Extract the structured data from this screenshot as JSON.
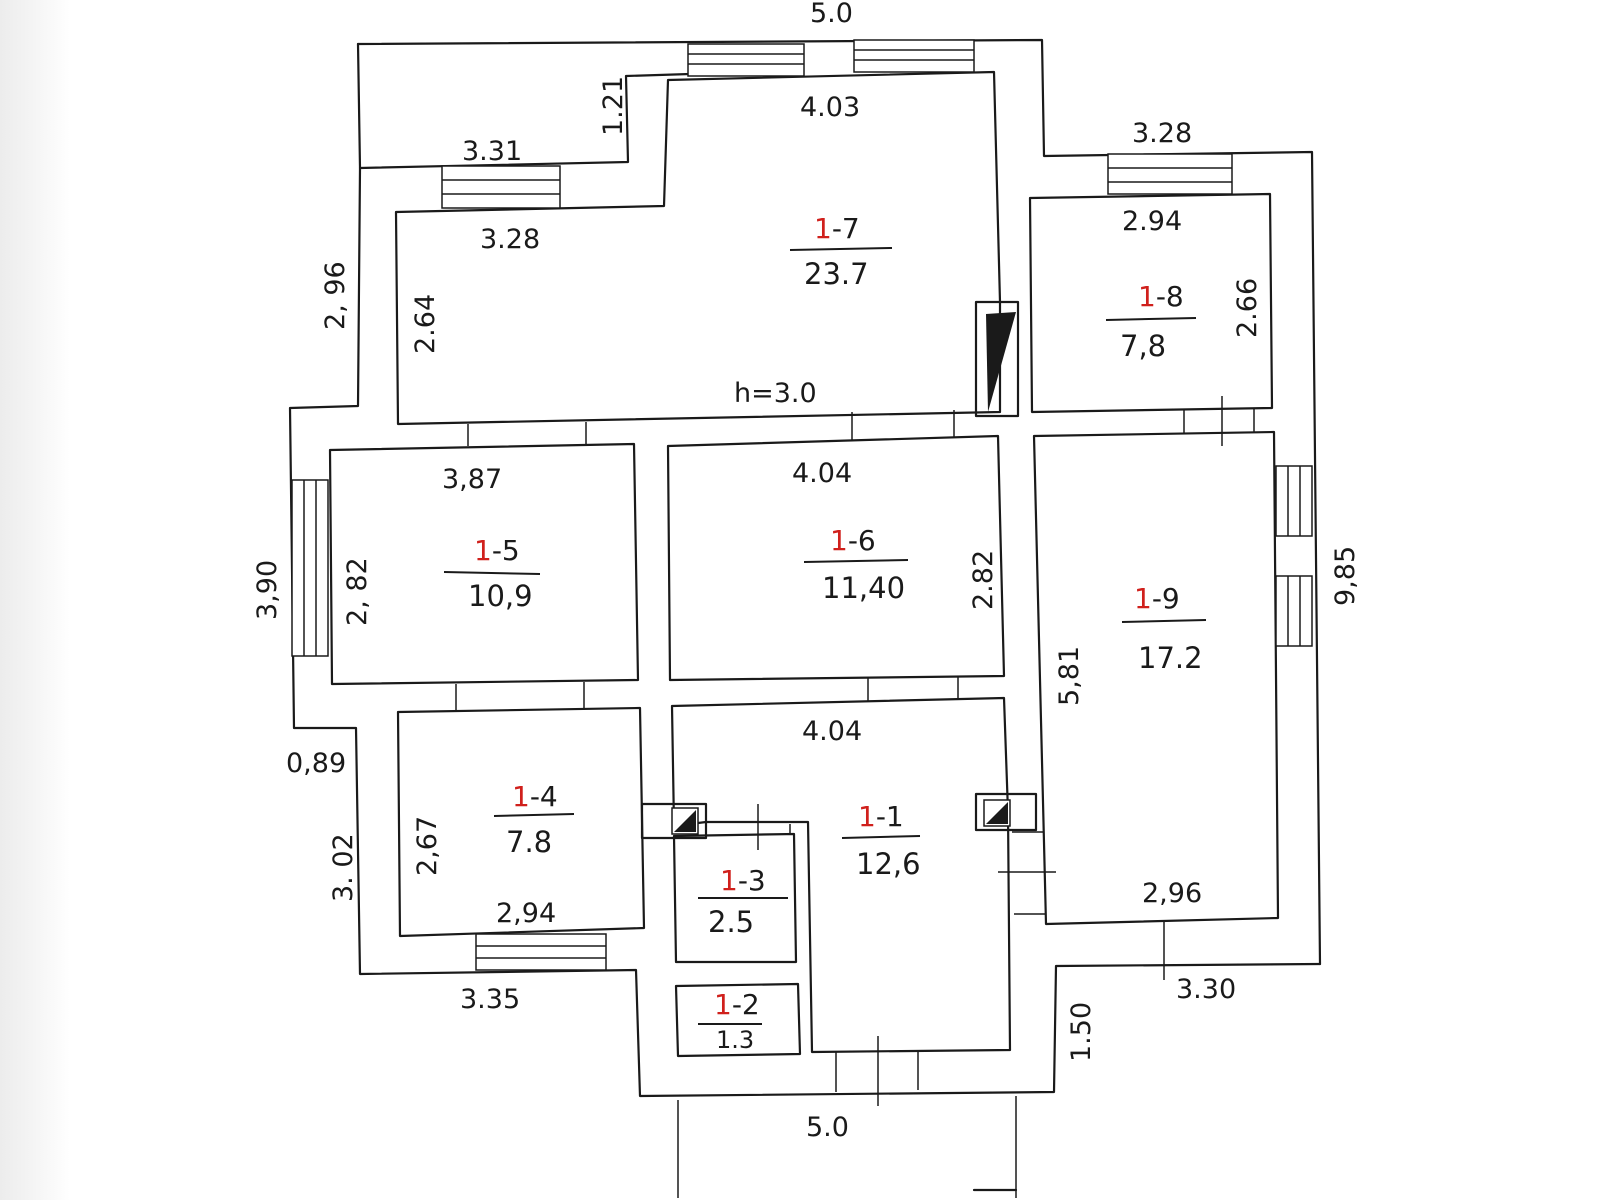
{
  "dimensions": {
    "top_total": "5.0",
    "bottom_total": "5.0",
    "d_1_21": "1.21",
    "d_3_31": "3.31",
    "d_3_28_mid": "3.28",
    "d_3_28_right": "3.28",
    "d_4_03": "4.03",
    "d_2_96_left": "2, 96",
    "d_2_64": "2.64",
    "d_2_94_top": "2.94",
    "d_2_66": "2.66",
    "height": "h=3.0",
    "d_3_87": "3,87",
    "d_4_04_mid": "4.04",
    "d_3_90": "3,90",
    "d_2_82_left": "2, 82",
    "d_2_82_right": "2.82",
    "d_9_85": "9,85",
    "d_5_81": "5,81",
    "d_0_89": "0,89",
    "d_3_02": "3. 02",
    "d_4_04_low": "4.04",
    "d_2_67": "2,67",
    "d_2_94_low": "2,94",
    "d_2_96_right": "2,96",
    "d_3_35": "3.35",
    "d_3_30": "3.30",
    "d_1_50": "1.50"
  },
  "rooms": [
    {
      "prefix": "1",
      "suffix": "-7",
      "area": "23.7"
    },
    {
      "prefix": "1",
      "suffix": "-8",
      "area": "7,8"
    },
    {
      "prefix": "1",
      "suffix": "-5",
      "area": "10,9"
    },
    {
      "prefix": "1",
      "suffix": "-6",
      "area": "11,40"
    },
    {
      "prefix": "1",
      "suffix": "-9",
      "area": "17.2"
    },
    {
      "prefix": "1",
      "suffix": "-4",
      "area": "7.8"
    },
    {
      "prefix": "1",
      "suffix": "-1",
      "area": "12,6"
    },
    {
      "prefix": "1",
      "suffix": "-3",
      "area": "2.5"
    },
    {
      "prefix": "1",
      "suffix": "-2",
      "area": "1.3"
    }
  ],
  "colors": {
    "line": "#1a1a1a",
    "room_number_prefix": "#d0201c",
    "background": "#ffffff"
  }
}
